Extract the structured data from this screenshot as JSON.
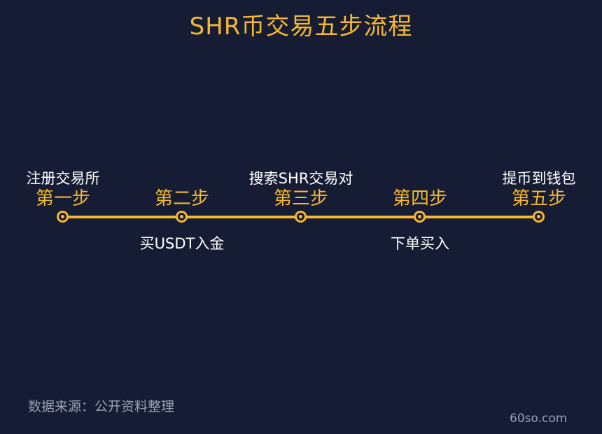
{
  "title": "SHR币交易五步流程",
  "steps": [
    {
      "label": "第一步",
      "desc": "注册交易所",
      "desc_position": "above"
    },
    {
      "label": "第二步",
      "desc": "买USDT入金",
      "desc_position": "below"
    },
    {
      "label": "第三步",
      "desc": "搜索SHR交易对",
      "desc_position": "above"
    },
    {
      "label": "第四步",
      "desc": "下单买入",
      "desc_position": "below"
    },
    {
      "label": "第五步",
      "desc": "提币到钱包",
      "desc_position": "above"
    }
  ],
  "source": "数据来源：公开资料整理",
  "watermark": "60so.com",
  "colors": {
    "background": "#161c33",
    "accent": "#f5b82e",
    "text": "#ffffff",
    "muted": "#9aa0b4"
  }
}
